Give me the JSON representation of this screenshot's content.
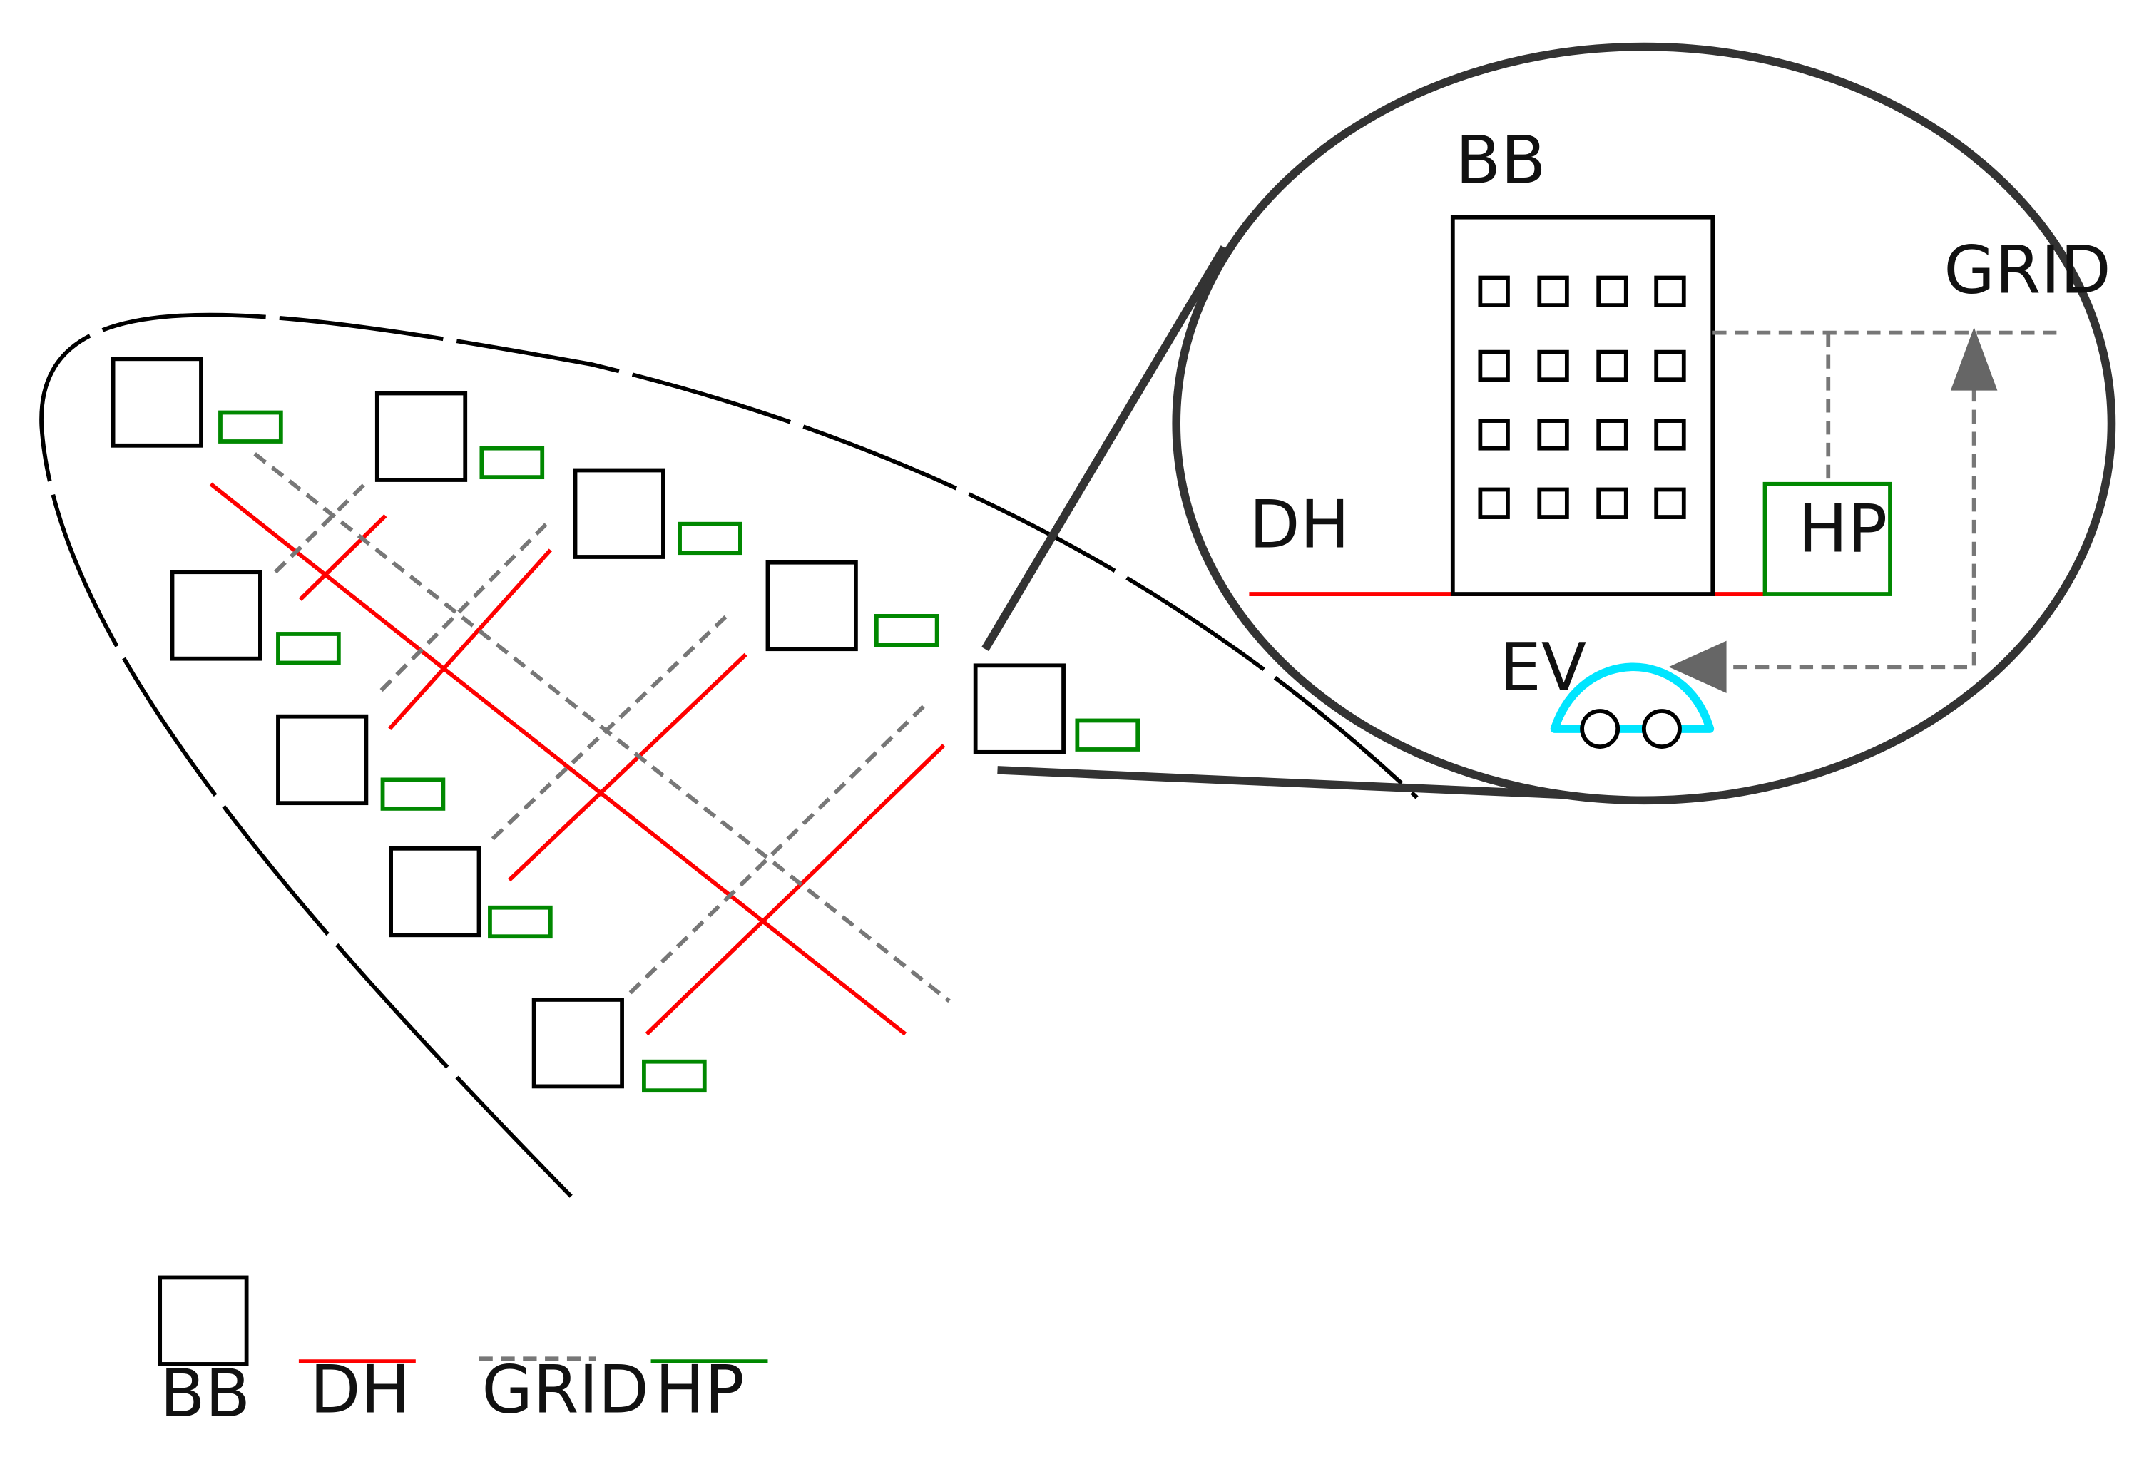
{
  "labels": {
    "zoom_bb": "BB",
    "zoom_grid": "GRID",
    "zoom_dh": "DH",
    "zoom_hp": "HP",
    "zoom_ev": "EV"
  },
  "legend": [
    {
      "label": "BB",
      "type": "building"
    },
    {
      "label": "DH",
      "type": "line-solid",
      "color": "#ff0000"
    },
    {
      "label": "GRID",
      "type": "line-dashed",
      "color": "#777777"
    },
    {
      "label": "HP",
      "type": "line-solid",
      "color": "#008800"
    }
  ],
  "colors": {
    "outline": "#000000",
    "dh": "#ff0000",
    "grid": "#777777",
    "hp": "#008800",
    "ev": "#00e5ff",
    "arrow": "#666666"
  }
}
